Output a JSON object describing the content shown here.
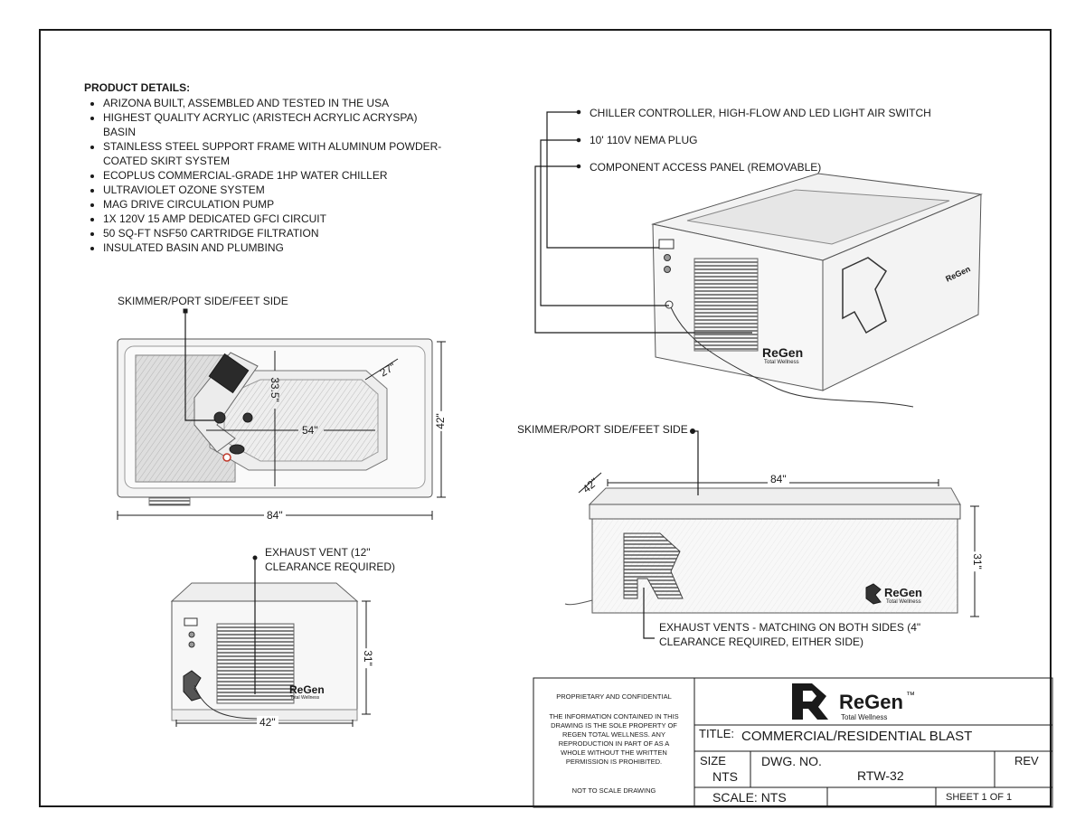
{
  "product_details": {
    "heading": "PRODUCT DETAILS:",
    "items": [
      "ARIZONA BUILT, ASSEMBLED AND TESTED IN THE USA",
      "HIGHEST QUALITY ACRYLIC (ARISTECH ACRYLIC ACRYSPA) BASIN",
      "STAINLESS STEEL SUPPORT FRAME WITH ALUMINUM POWDER-COATED SKIRT SYSTEM",
      "ECOPLUS COMMERCIAL-GRADE 1HP WATER CHILLER",
      "ULTRAVIOLET OZONE SYSTEM",
      "MAG DRIVE CIRCULATION PUMP",
      "1X 120V 15 AMP DEDICATED GFCI CIRCUIT",
      "50 SQ-FT NSF50 CARTRIDGE FILTRATION",
      "INSULATED BASIN AND PLUMBING"
    ]
  },
  "top_view": {
    "callout": "SKIMMER/PORT SIDE/FEET SIDE",
    "dim_length": "84\"",
    "dim_width": "42\"",
    "dim_inner_length": "54\"",
    "dim_inner_width": "33.5\"",
    "dim_corner": "27\""
  },
  "iso_view": {
    "callouts": [
      "CHILLER CONTROLLER, HIGH-FLOW AND LED LIGHT AIR SWITCH",
      "10' 110V NEMA PLUG",
      "COMPONENT ACCESS PANEL (REMOVABLE)"
    ]
  },
  "end_view": {
    "callout": "EXHAUST VENT (12\" CLEARANCE REQUIRED)",
    "dim_width": "42\"",
    "dim_height": "31\""
  },
  "side_view": {
    "callout_top": "SKIMMER/PORT SIDE/FEET SIDE",
    "callout_bottom": "EXHAUST VENTS - MATCHING ON BOTH SIDES (4\" CLEARANCE REQUIRED, EITHER SIDE)",
    "dim_length": "84\"",
    "dim_depth": "42\"",
    "dim_height": "31\""
  },
  "brand": {
    "name": "ReGen",
    "tm": "™",
    "tagline": "Total Wellness"
  },
  "title_block": {
    "confidential_head": "PROPRIETARY AND CONFIDENTIAL",
    "confidential_body": "THE INFORMATION CONTAINED IN THIS DRAWING IS THE SOLE PROPERTY OF REGEN TOTAL WELLNESS. ANY REPRODUCTION IN PART OF AS A WHOLE WITHOUT THE WRITTEN PERMISSION IS PROHIBITED.",
    "not_to_scale": "NOT TO SCALE DRAWING",
    "title_label": "TITLE:",
    "title_value": "COMMERCIAL/RESIDENTIAL BLAST",
    "size_label": "SIZE",
    "size_value": "NTS",
    "dwg_label": "DWG. NO.",
    "dwg_value": "RTW-32",
    "rev_label": "REV",
    "scale_text": "SCALE: NTS",
    "sheet_text": "SHEET 1 OF 1"
  },
  "colors": {
    "line": "#1a1a1a",
    "panel_fill": "#f2f2f2",
    "floor_fill": "#9a9a9a",
    "accent_red": "#c0392b"
  }
}
